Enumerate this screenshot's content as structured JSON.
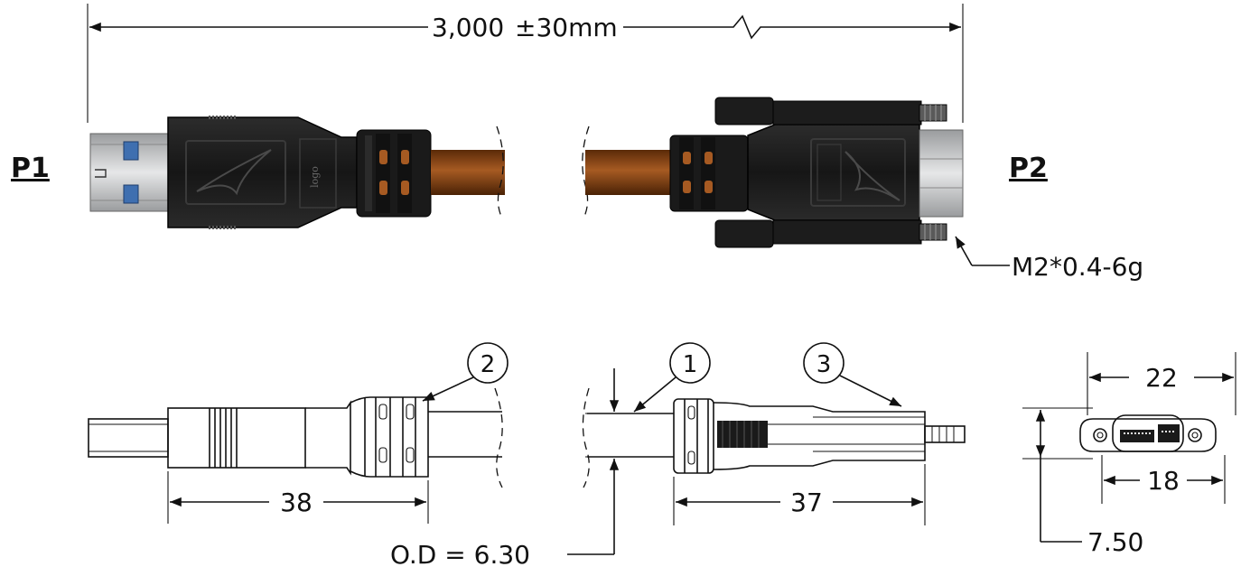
{
  "labels": {
    "p1": "P1",
    "p2": "P2"
  },
  "dimensions": {
    "length": "3,000",
    "length_tol": "±30mm",
    "thread": "M2*0.4-6g",
    "p1_length": "38",
    "p2_length": "37",
    "outer_diameter": "O.D = 6.30",
    "width": "22",
    "inner_width": "18",
    "height": "7.50"
  },
  "balloons": [
    "1",
    "2",
    "3"
  ],
  "colors": {
    "line": "#111111",
    "housing": "#1c1c1c",
    "cable": "#8a4516",
    "insert": "#3f6fb0",
    "metal": "#c9cbcc"
  }
}
